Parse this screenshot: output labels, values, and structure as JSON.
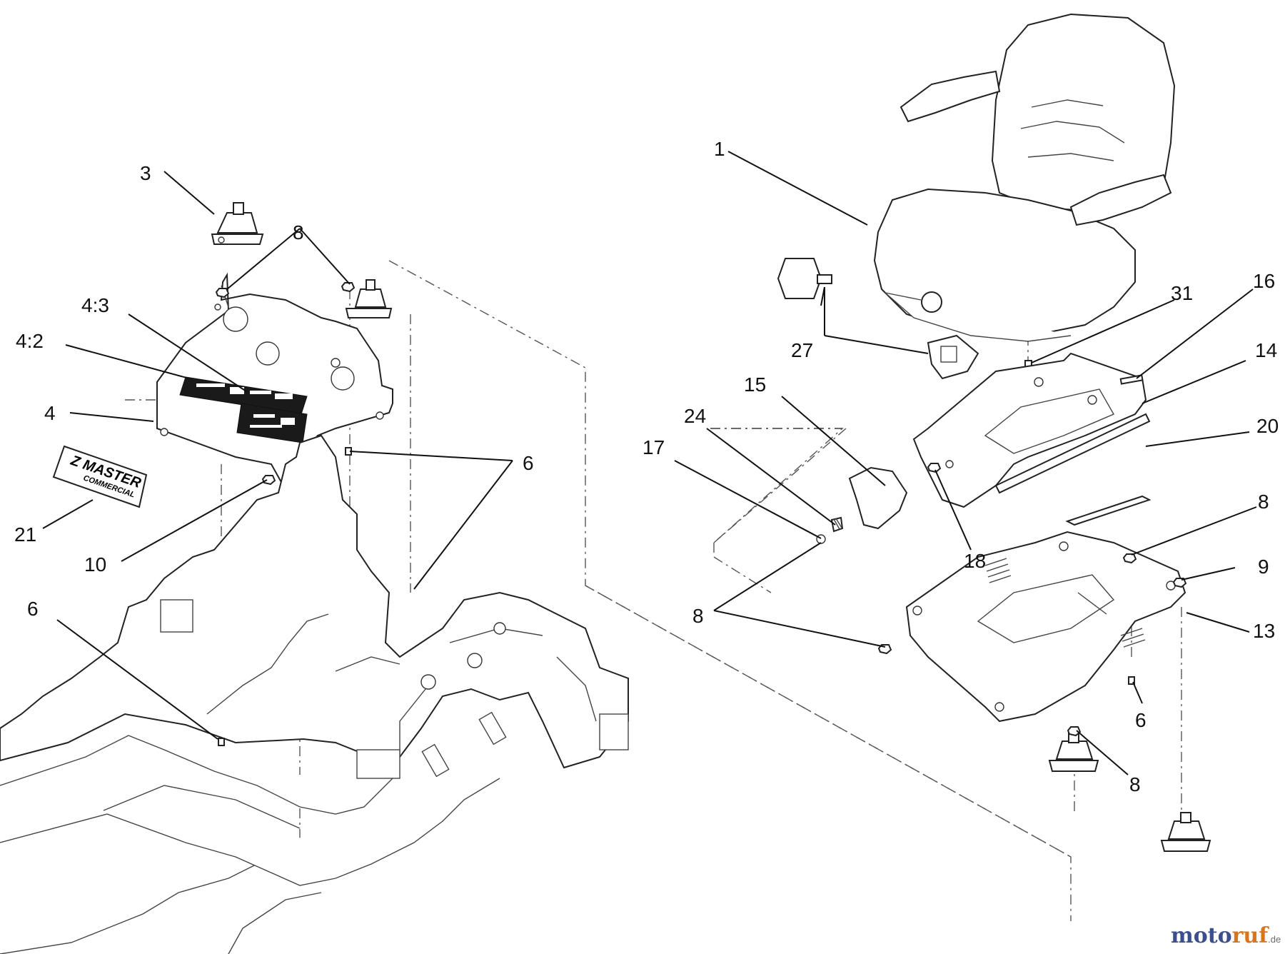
{
  "callouts": {
    "c1": "1",
    "c3": "3",
    "c4": "4",
    "c4_2": "4:2",
    "c4_3": "4:3",
    "c6_left_upper": "6",
    "c6_left_lower": "6",
    "c6_right": "6",
    "c8_left": "8",
    "c8_mid": "8",
    "c8_right_upper": "8",
    "c8_right_lower": "8",
    "c9": "9",
    "c10": "10",
    "c13": "13",
    "c14": "14",
    "c15": "15",
    "c16": "16",
    "c17": "17",
    "c18": "18",
    "c20": "20",
    "c21": "21",
    "c24": "24",
    "c27": "27",
    "c31": "31"
  },
  "decal21": {
    "line1": "Z MASTER",
    "line2": "COMMERCIAL"
  },
  "watermark": {
    "part1": "moto",
    "part2": "ruf",
    "suffix": ".de",
    "color1": "#3a4f8c",
    "color2": "#d9751c"
  }
}
